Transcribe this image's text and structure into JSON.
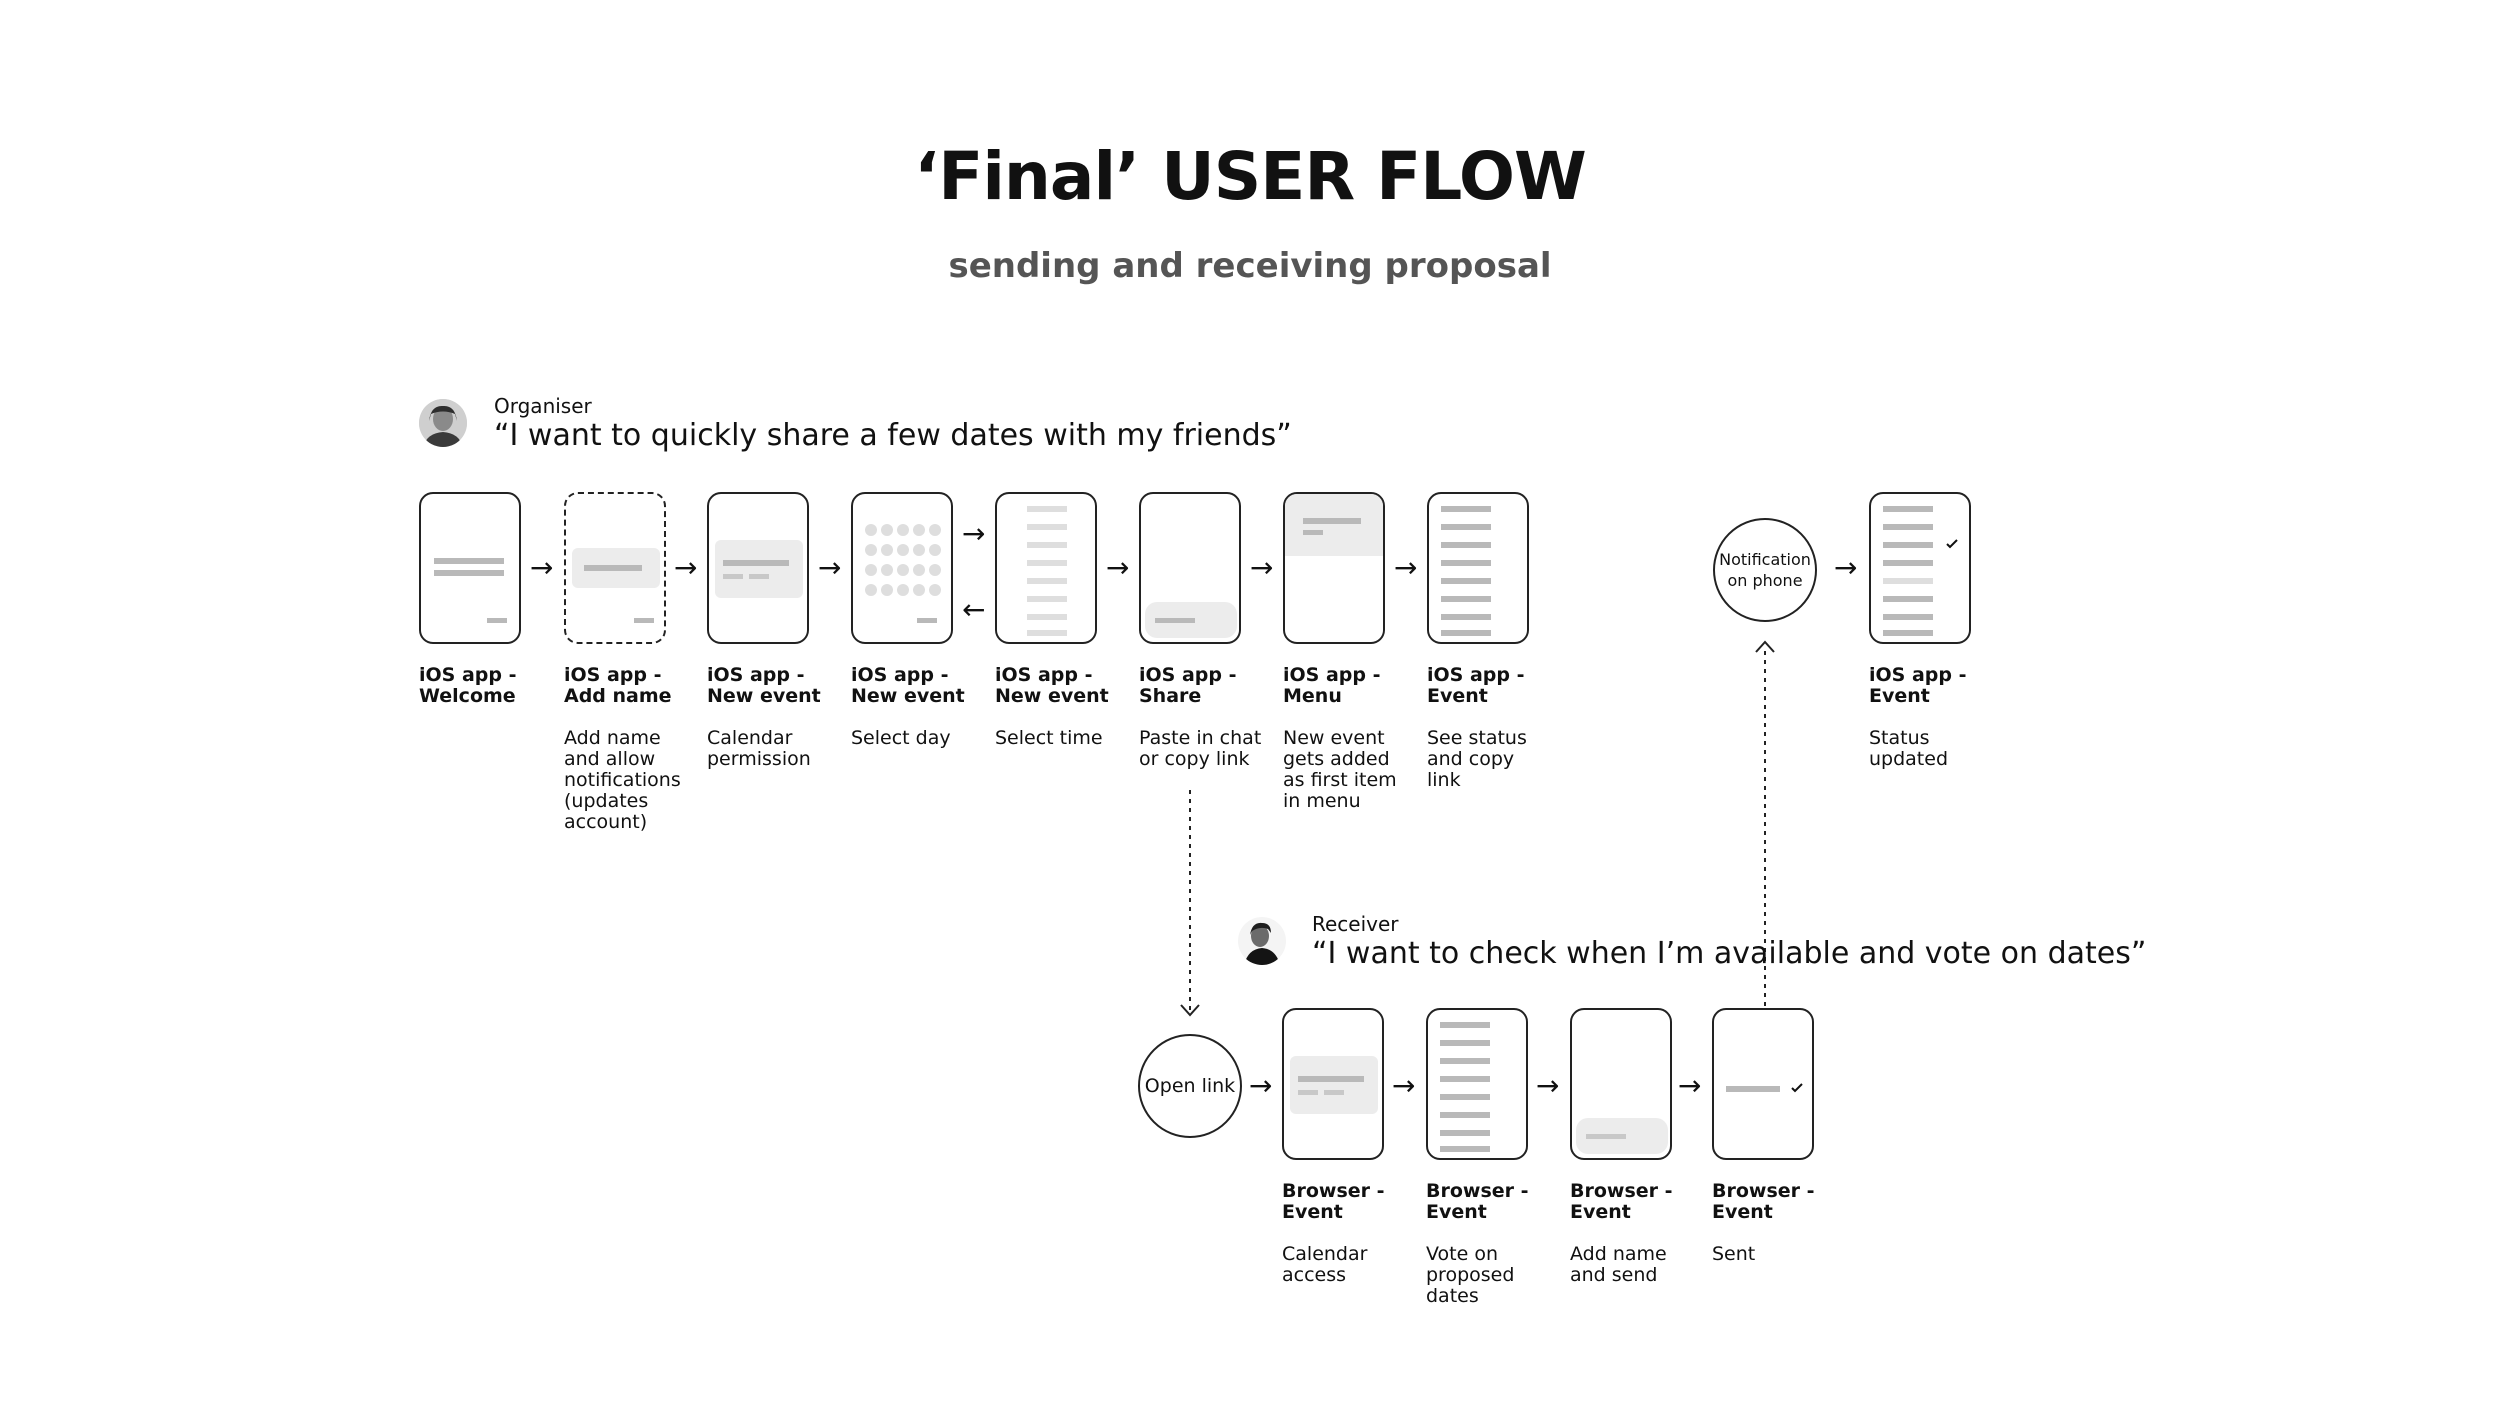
{
  "title": "‘Final’ USER FLOW",
  "subtitle": "sending and receiving proposal",
  "organiser": {
    "role": "Organiser",
    "quote": "“I want to quickly share a few dates with my friends”"
  },
  "receiver": {
    "role": "Receiver",
    "quote": "“I want to check when I’m available and vote on dates”"
  },
  "nodes": {
    "welcome": {
      "title": "iOS app -\nWelcome",
      "desc": ""
    },
    "add_name": {
      "title": "iOS app -\nAdd name",
      "desc": "Add name\nand allow\nnotifications\n(updates\naccount)"
    },
    "calendar_permission": {
      "title": "iOS app -\nNew event",
      "desc": "Calendar\npermission"
    },
    "select_day": {
      "title": "iOS app -\nNew event",
      "desc": "Select day"
    },
    "select_time": {
      "title": "iOS app -\nNew event",
      "desc": "Select time"
    },
    "share": {
      "title": "iOS app -\nShare",
      "desc": "Paste in chat\nor copy link"
    },
    "menu": {
      "title": "iOS app -\nMenu",
      "desc": "New event\ngets added\nas first item\nin menu"
    },
    "event": {
      "title": "iOS app -\nEvent",
      "desc": "See status\nand copy\nlink"
    },
    "notification": {
      "label": "Notification\non phone"
    },
    "status_updated": {
      "title": "iOS app -\nEvent",
      "desc": "Status\nupdated"
    },
    "open_link": {
      "label": "Open link"
    },
    "calendar_access": {
      "title": "Browser -\nEvent",
      "desc": "Calendar\naccess"
    },
    "vote": {
      "title": "Browser -\nEvent",
      "desc": "Vote on\nproposed\ndates"
    },
    "add_name_send": {
      "title": "Browser -\nEvent",
      "desc": "Add name\nand send"
    },
    "sent": {
      "title": "Browser -\nEvent",
      "desc": "Sent"
    }
  },
  "colors": {
    "stroke": "#222222",
    "bar": "#b9b9b9",
    "light_bar": "#dedede",
    "panel": "#ececec"
  },
  "icons": [
    "organiser-avatar",
    "receiver-avatar",
    "arrow-right-icon",
    "arrow-left-icon",
    "arrow-down-icon",
    "arrow-up-icon",
    "checkmark-icon"
  ]
}
